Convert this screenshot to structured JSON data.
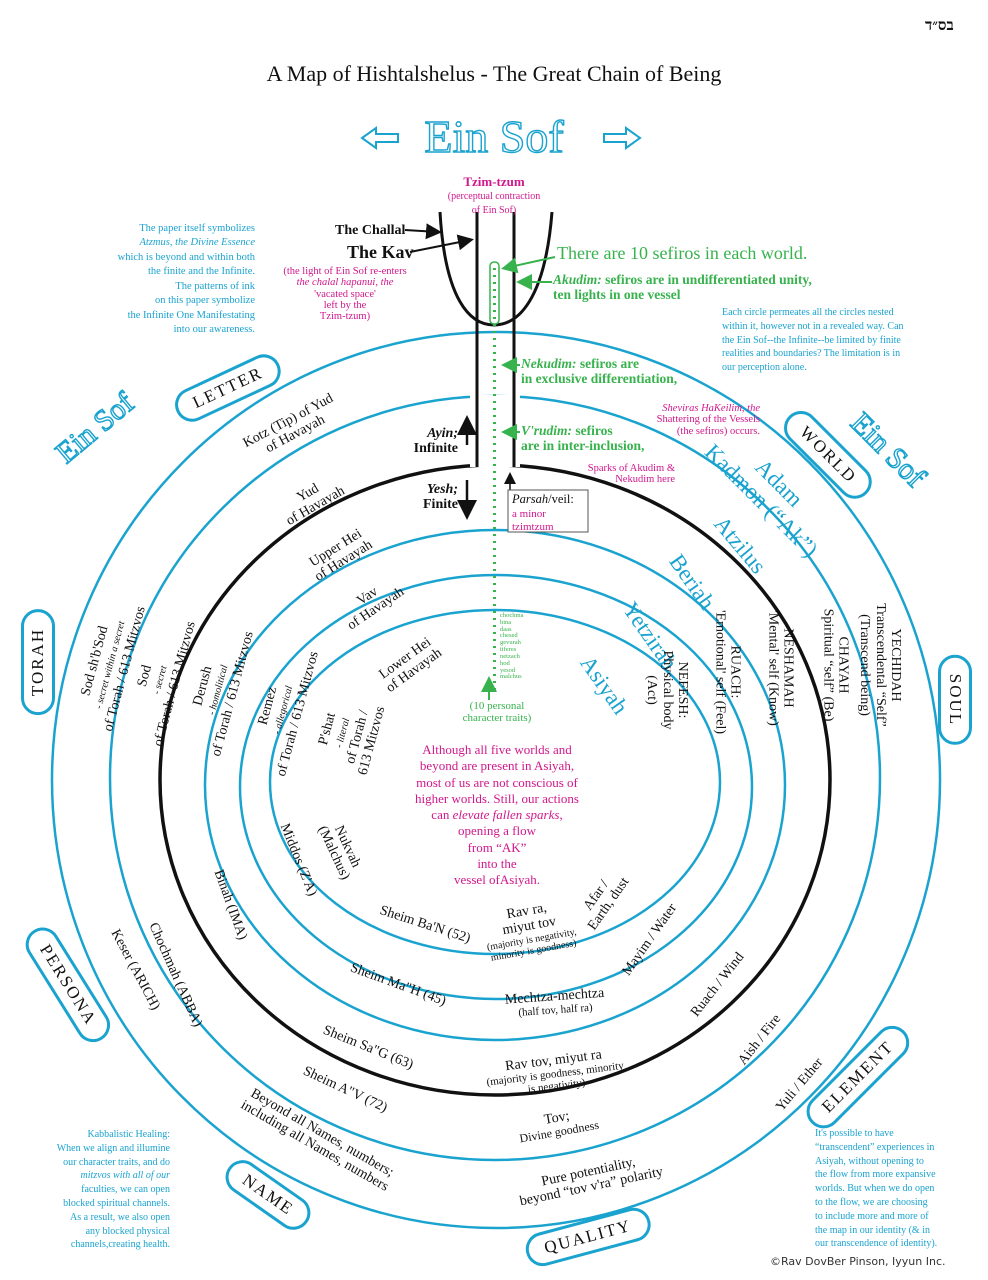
{
  "header": {
    "bsd": "בס״ד",
    "title": "A Map of Hishtalshelus - The Great Chain of Being",
    "ein_sof": "Ein Sof"
  },
  "tzimtzum": {
    "title": "Tzim-tzum",
    "sub1": "(perceptual contraction",
    "sub2": "of Ein Sof)"
  },
  "challal": {
    "label": "The Challal",
    "kav": "The Kav",
    "note": [
      "(the light of Ein Sof re-enters",
      "the chalal hapanui, the",
      "'vacated space'",
      "left by the",
      "Tzim-tzum)"
    ]
  },
  "left_note": [
    "The paper itself symbolizes",
    "Atzmus, the Divine Essence",
    "which is beyond and within both",
    "the finite and the Infinite.",
    "The patterns of  ink",
    "on this paper symbolize",
    "the Infinite One Manifestating",
    "into our awareness."
  ],
  "right_note": [
    "Each circle permeates all the circles nested",
    "within it, however not in a revealed way. Can",
    "the Ein Sof--the Infinite--be limited by finite",
    "realities and boundaries? The limitation is in",
    "our perception alone."
  ],
  "sefiros": {
    "ten": "There are 10 sefiros in each world.",
    "akudim_term": "Akudim:",
    "akudim": " sefiros are in undifferentiated unity,",
    "akudim2": "ten lights in one vessel",
    "nekudim_term": "Nekudim:",
    "nekudim": " sefiros are",
    "nekudim2": "in exclusive differentiation,",
    "sheviras1": "Sheviras HaKeilim, the",
    "sheviras2": "Shattering of the Vessels",
    "sheviras3": "(the sefiros) occurs.",
    "vrudim_term": "V'rudim:",
    "vrudim": " sefiros",
    "vrudim2": "are in inter-inclusion,",
    "sparks1": "Sparks of  Akudim &",
    "sparks2": "Nekudim here"
  },
  "ayin": {
    "l1": "Ayin;",
    "l2": "Infinite"
  },
  "yesh": {
    "l1": "Yesh;",
    "l2": "Finite"
  },
  "parsah": {
    "term": "Parsah",
    "rest": "/veil:",
    "l2": "a minor",
    "l3": "tzimtzum"
  },
  "traits": {
    "list": [
      "chochma",
      "bina",
      "daas",
      "chesed",
      "gevurah",
      "tiferes",
      "netzach",
      "hod",
      "yesod",
      "malchus"
    ],
    "l1": "(10 personal",
    "l2": "character traits)"
  },
  "center_note": [
    "Although all five worlds and",
    "beyond are present in Asiyah,",
    "most of us are not conscious of",
    "higher worlds. Still, our actions",
    "can ",
    "elevate fallen sparks",
    ",",
    "opening a flow",
    "from “AK”",
    "into the",
    "vessel ofAsiyah."
  ],
  "categories": {
    "letter": "LETTER",
    "world": "WORLD",
    "torah": "TORAH",
    "soul": "SOUL",
    "persona": "PERSONA",
    "element": "ELEMENT",
    "name": "NAME",
    "quality": "QUALITY"
  },
  "worlds": {
    "ak": "Adam",
    "ak2": "Kadmon (“Ak”)",
    "atzilus": "Atzilus",
    "beriah": "Beriah",
    "yetzirah": "Yetzirah",
    "asiyah": "Asiyah"
  },
  "letters": {
    "kotz1": "Kotz (Tip) of Yud",
    "kotz2": "of Havayah",
    "yud1": "Yud",
    "yud2": "of Havayah",
    "hei1": "Upper Hei",
    "hei2": "of Havayah",
    "vav1": "Vav",
    "vav2": "of Havayah",
    "lhei1": "Lower Hei",
    "lhei2": "of Havayah"
  },
  "torah": {
    "sodsod1": "Sod sh'b'Sod",
    "sodsod_s": "- secret within a secret",
    "sodsod2": "of Torah / 613 Mitzvos",
    "sod1": "Sod",
    "sod_s": "- secret",
    "sod2": "of Torah / 613 Mitzvos",
    "derush1": "Derush",
    "derush_s": "- homolitical",
    "derush2": "of Torah / 613 Mitzvos",
    "remez1": "Remez",
    "remez_s": "- allegorical",
    "remez2": "of Torah / 613 Mitzvos",
    "pshat1": "P'shat",
    "pshat_s": "- literal",
    "pshat2": "of Torah /",
    "pshat3": "613 Mitzvos"
  },
  "persona": {
    "keser": "Keser (ARICH)",
    "chochmah": "Chochmah  (ABBA)",
    "binah": "Binah (IMA)",
    "middos": "Middos (Z'A)",
    "nukvah1": "Nukvah",
    "nukvah2": "(Malchus)"
  },
  "soul": {
    "yechidah": [
      "YECHIDAH",
      "Transcendental “Self”",
      "(Transcend being)"
    ],
    "chayah": [
      "CHAYAH",
      "Spiritual “self” (Be)"
    ],
    "neshamah": [
      "NESHAMAH",
      "'Mental' self (Know)"
    ],
    "ruach": [
      "RUACH:",
      "'Emotional' self (Feel)"
    ],
    "nefesh": [
      "NEFESH:",
      "Physical body",
      "(Act)"
    ]
  },
  "names": {
    "beyond1": "Beyond all Names, numbers;",
    "beyond2": "including all Names, numbers",
    "av": "Sheim A\"V (72)",
    "sag": "Sheim Sa\"G (63)",
    "mah": "Sheim Ma\"H (45)",
    "ban": "Sheim Ba'N (52)"
  },
  "quality": {
    "pure1": "Pure potentiality,",
    "pure2": "beyond “tov v'ra” polarity",
    "tov1": "Tov;",
    "tov2": "Divine goodness",
    "ravtov1": "Rav tov, miyut ra",
    "ravtov2": "(majority is goodness, minority",
    "ravtov3": "is negativity)",
    "mech1": "Mechtza-mechtza",
    "mech2": "(half tov, half ra)",
    "ravra1": "Rav ra,",
    "ravra2": "miyut tov",
    "ravra3": "(majority is negativity,",
    "ravra4": "minority is goodness)"
  },
  "elements": {
    "ether": "Yuli / Ether",
    "fire": "Aish / Fire",
    "wind": "Ruach / Wind",
    "water": "Mayim / Water",
    "earth1": "Afar /",
    "earth2": "Earth, dust"
  },
  "healing_note": [
    "Kabbalistic Healing:",
    "When we align and illumine",
    "our character traits, and do",
    "mitzvos with all of our",
    "faculties, we can open",
    "blocked spiritual channels.",
    "As a result, we  also open",
    "any blocked physical",
    "channels,creating health."
  ],
  "transcend_note": [
    "It's possible to have",
    "“transcendent” experiences in",
    "Asiyah, without opening to",
    "the flow from more expansive",
    "worlds. But when we do open",
    "to the flow, we are choosing",
    "to include more and more of",
    "the map in our identity (& in",
    "our transcendence of identity)."
  ],
  "copyright": "©Rav DovBer Pinson, Iyyun Inc.",
  "colors": {
    "cyan": "#1aa3cf",
    "magenta": "#d1178c",
    "green": "#37b24d",
    "black": "#111111"
  }
}
